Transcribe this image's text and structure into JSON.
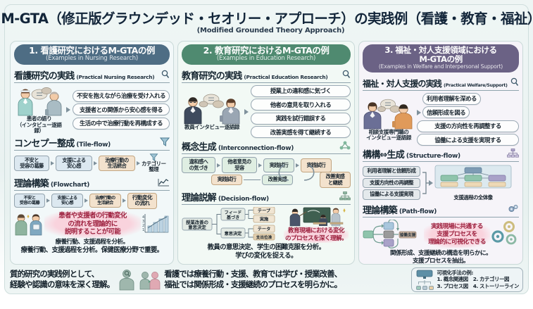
{
  "title": {
    "main": "M-GTA（修正版グラウンデッド・セオリー・アプローチ）の実践例（看護・教育・福祉）",
    "sub": "(Modified Grounded Theory Approach)",
    "people_icon": "three-people-icon",
    "device_icon": "mobile-devices-icon"
  },
  "columns": [
    {
      "accent": "#4e6d84",
      "head_jp": "1. 看護研究におけるM-GTAの例",
      "head_en": "(Examples in Nursing Research)",
      "practice": {
        "jp": "看護研究の実践",
        "en": "(Practical Nursing Research)",
        "icon": "magnifier-icon",
        "person_icon": "nurse-and-patient-icon",
        "person_caption_1": "患者の語り",
        "person_caption_2": "（インタビュー逐語録）",
        "bubbles": [
          "不安を抱えながら治療を受け入れる",
          "支援者との関係から安心感を得る",
          "生活の中で治療行動を再構成する"
        ]
      },
      "concept": {
        "jp": "コンセプー整成",
        "en": "(Tile-flow)",
        "icon": "funnel-icon",
        "chips": [
          "不安と\n受容の葛藤",
          "支援による\n安心感",
          "治療行動の\n生活統合"
        ],
        "chip_styles": [
          "blue",
          "blue",
          "tan"
        ],
        "result_icon": "funnel-icon",
        "result_label": "カテゴリー\n整理"
      },
      "theory": {
        "jp": "理論構築",
        "en": "(Flowchart)",
        "icon": "line-chart-icon",
        "chips": [
          "不安と\n受容の葛藤",
          "支援による\n安心感",
          "治療行動の\n生活統合",
          "行動変化\nの流れ"
        ],
        "chip_styles": [
          "blue",
          "blue",
          "tan",
          "tan"
        ],
        "person_icon": "two-people-discussing-icon",
        "chart_icon": "bar-chart-icon",
        "highlight": "患者や支援者の行動変化\nの流れを理論的に\n説明することが可能",
        "note_1": "療養行動、支援過程を分析。",
        "note_2": "療養行動、支援過程を分析。保健医療分野で重要。"
      }
    },
    {
      "accent": "#4f8a70",
      "head_jp": "2. 教育研究におけるM-GTAの例",
      "head_en": "(Examples in Education Research)",
      "practice": {
        "jp": "教育研究の実践",
        "en": "(Practical Education Research)",
        "icon": "magnifier-icon",
        "person_icon": "teacher-interview-icon",
        "person_caption_1": "教員インタビュー逐語録",
        "person_caption_2": "",
        "bubbles": [
          "授業上の違和感に気づく",
          "他者の意見を取り入れる",
          "実践を試行錯誤する",
          "改善実感を得て継続する"
        ]
      },
      "concept": {
        "jp": "概念生成",
        "en": "(Interconnection-flow)",
        "icon": "network-nodes-icon",
        "chips_row1": [
          "違和感へ\nの気づき",
          "他者意見の\n受容",
          "実践試行"
        ],
        "chips_row1_styles": [
          "green",
          "green",
          "green"
        ],
        "chips_right": [
          "実践試行",
          "改善実感\nと継続"
        ],
        "chips_right_styles": [
          "tan",
          "tan"
        ],
        "chips_row2": [
          "実践試行",
          "改善実感"
        ],
        "chips_row2_styles": [
          "tan",
          "green"
        ]
      },
      "theory": {
        "jp": "理論説解",
        "en": "(Decision-flow)",
        "icon": "org-tree-icon",
        "root": "授業改善の\n意思決定",
        "branch_1": "フィード\n基づき",
        "branch_1_leaves": [
          "テープ",
          "実施"
        ],
        "branch_2": "意思決定",
        "branch_2_leaves": [
          "テータ",
          "支出位准"
        ],
        "classroom_icon": "classroom-lecture-icon",
        "highlight": "教育現場における変化\nのプロセスを深く理解。",
        "note_1": "教員の意思決定、学生の困難克服を分析。",
        "note_2": "学びの変化を捉える。"
      }
    },
    {
      "accent": "#6b6285",
      "head_jp": "3. 福祉・対人支援領域における\nM-GTAの例",
      "head_en": "(Examples in Welfare and Interpersonal Support)",
      "practice": {
        "jp": "福祉・対人支援の実践",
        "en": "(Practical Welfare/Support)",
        "icon": "magnifier-icon",
        "person_icon": "support-worker-and-user-icon",
        "person_caption_1": "相談支援専門職の",
        "person_caption_2": "インタビュー逐語録",
        "bubbles": [
          "利用者理解を深める",
          "信頼形成を図る",
          "支援の方向性を再調整する",
          "協働による支援を実現する"
        ]
      },
      "concept": {
        "jp": "構構⇔生成",
        "en": "(Structure-flow)",
        "icon": "hierarchy-icon",
        "chips": [
          "利用者理解と信頼形成",
          "支援方向性の再調整",
          "協働による支援実現"
        ],
        "diagram_icon": "node-map-icon",
        "diagram_caption": "支援過程の全体像"
      },
      "theory": {
        "jp": "理論構築",
        "en": "(Path-flow)",
        "icon": "gears-icon",
        "path_node_label": "協働支援",
        "gears_icon": "gears-icon",
        "highlight": "実践現場に共通する\n支援プロセスを\n理論的に可視化できる",
        "note_1": "関係形成、支援継続の構造を明らかに。",
        "note_2": "支援プロセスを抽出。"
      }
    }
  ],
  "summary": {
    "left": "質的研究の実践例として、\n経験や認識の意味を深く理解。",
    "icon_left": "person-with-magnifier-icon",
    "icon_mid": "two-people-icon",
    "mid": "看護では療養行動・支援、教育では学び・授業改善、\n福祉では関係形成・支援継続のプロセスを明らかに。",
    "box": {
      "icon": "presentation-screen-icon",
      "tree_icon": "mini-tree-icon",
      "line_1": "可視化手法の例:",
      "line_2": "1. 概念関連図　2. カテゴリー図",
      "line_3": "3. プロセス図　4. ストーリーライン"
    }
  }
}
